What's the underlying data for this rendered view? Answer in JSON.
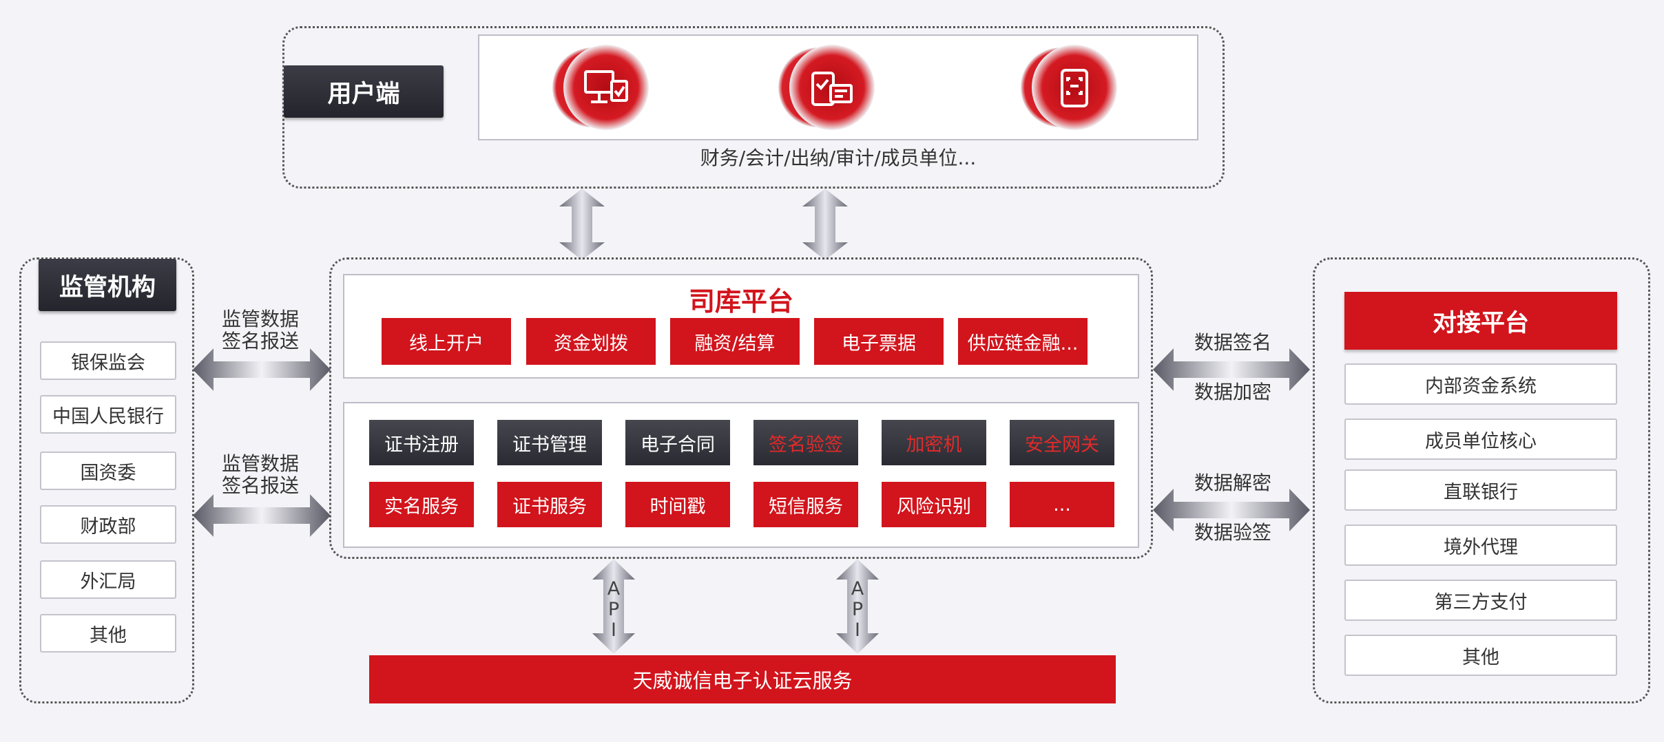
{
  "user_end": {
    "title": "用户端",
    "roles": "财务/会计/出纳/审计/成员单位...",
    "icons": [
      "desktop-check-icon",
      "mobile-document-icon",
      "phone-scan-icon"
    ]
  },
  "regulators": {
    "title": "监管机构",
    "items": [
      "银保监会",
      "中国人民银行",
      "国资委",
      "财政部",
      "外汇局",
      "其他"
    ]
  },
  "regulator_links": {
    "upper": "监管数据\n签名报送",
    "lower": "监管数据\n签名报送"
  },
  "platform": {
    "title": "司库平台",
    "services": [
      "线上开户",
      "资金划拨",
      "融资/结算",
      "电子票据",
      "供应链金融..."
    ],
    "row1": [
      "证书注册",
      "证书管理",
      "电子合同",
      "签名验签",
      "加密机",
      "安全网关"
    ],
    "row2": [
      "实名服务",
      "证书服务",
      "时间戳",
      "短信服务",
      "风险识别",
      "..."
    ]
  },
  "connector_links": {
    "upper_top": "数据签名",
    "upper_bottom": "数据加密",
    "lower_top": "数据解密",
    "lower_bottom": "数据验签"
  },
  "connect_platform": {
    "title": "对接平台",
    "items": [
      "内部资金系统",
      "成员单位核心",
      "直联银行",
      "境外代理",
      "第三方支付",
      "其他"
    ]
  },
  "api_label": "API",
  "cloud_service": "天威诚信电子认证云服务",
  "colors": {
    "brand_red": "#d2141c",
    "dark": "#2e2e36"
  }
}
